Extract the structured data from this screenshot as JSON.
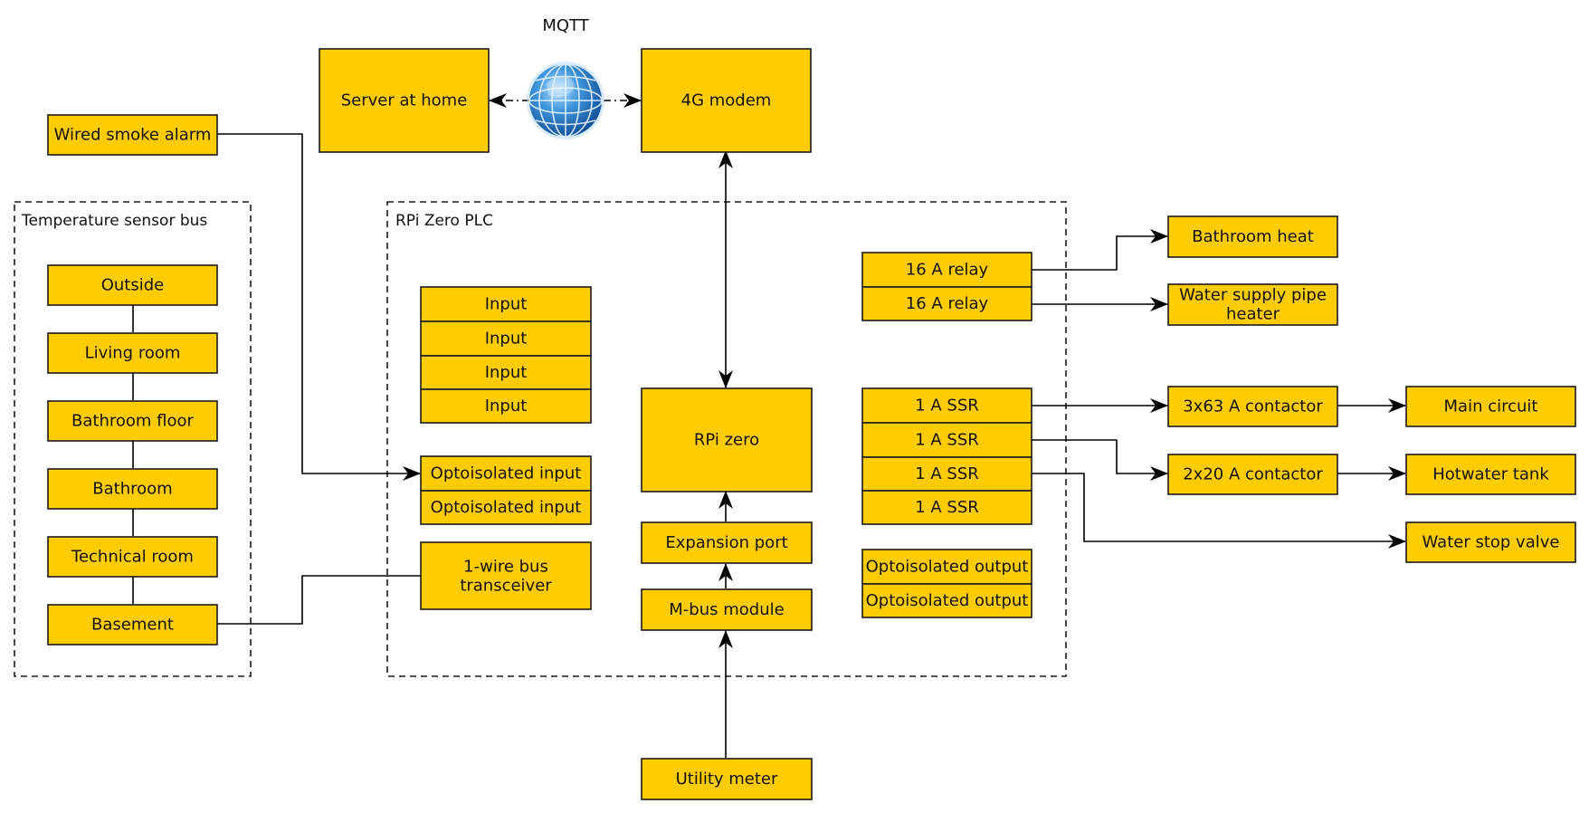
{
  "mqtt_label": "MQTT",
  "groups": {
    "temperature_bus": "Temperature sensor bus",
    "plc": "RPi Zero PLC"
  },
  "boxes": {
    "server": "Server at home",
    "modem": "4G modem",
    "smoke_alarm": "Wired smoke alarm",
    "outside": "Outside",
    "living_room": "Living room",
    "bathroom_floor": "Bathroom floor",
    "bathroom": "Bathroom",
    "technical_room": "Technical room",
    "basement": "Basement",
    "input_1": "Input",
    "input_2": "Input",
    "input_3": "Input",
    "input_4": "Input",
    "opto_input_1": "Optoisolated input",
    "opto_input_2": "Optoisolated input",
    "onewire_line1": "1-wire bus",
    "onewire_line2": "transceiver",
    "rpi_zero": "RPi zero",
    "expansion_port": "Expansion port",
    "mbus_module": "M-bus module",
    "utility_meter": "Utility meter",
    "relay_1": "16 A relay",
    "relay_2": "16 A relay",
    "ssr_1": "1 A SSR",
    "ssr_2": "1 A SSR",
    "ssr_3": "1 A SSR",
    "ssr_4": "1 A SSR",
    "opto_output_1": "Optoisolated output",
    "opto_output_2": "Optoisolated output",
    "bathroom_heat": "Bathroom heat",
    "pipe_heater_line1": "Water supply pipe",
    "pipe_heater_line2": "heater",
    "contactor_3x63": "3x63 A contactor",
    "contactor_2x20": "2x20 A contactor",
    "main_circuit": "Main circuit",
    "hotwater_tank": "Hotwater tank",
    "water_stop_valve": "Water stop valve"
  },
  "icons": {
    "network": "globe-icon"
  }
}
